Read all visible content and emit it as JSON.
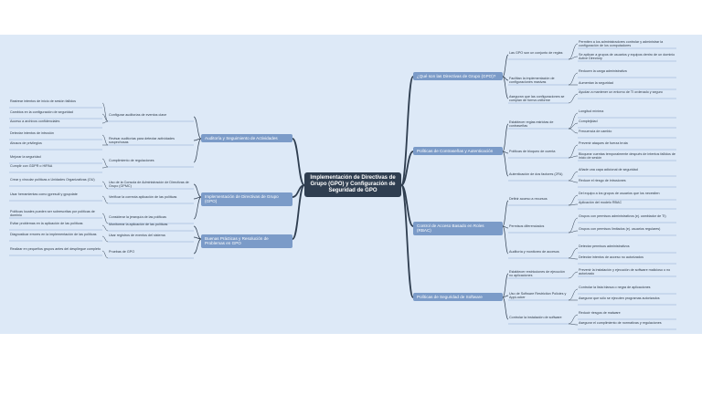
{
  "colors": {
    "canvas": "#dde9f7",
    "central": "#2f3e50",
    "main_topic": "#7b9bc8",
    "link": "#2f3e50",
    "leaf_underline": "#8aa7cf"
  },
  "central": "Implementación de Directivas de Grupo (GPO) y Configuración de Seguridad de GPO",
  "right": [
    {
      "label": "¿Qué son las Directivas de Grupo (GPO)?",
      "children": [
        {
          "label": "Las GPO son un conjunto de reglas",
          "children": [
            {
              "label": "Permiten a los administradores controlar y administrar la configuración de los computadores"
            },
            {
              "label": "Se aplican a grupos de usuarios y equipos dentro de un dominio Active Directory"
            }
          ]
        },
        {
          "label": "Facilitan la implementación de configuraciones masivas",
          "children": [
            {
              "label": "Reducen la carga administrativa"
            },
            {
              "label": "Aumentan la seguridad"
            }
          ]
        },
        {
          "label": "Aseguran que las configuraciones se cumplan de forma uniforme",
          "children": [
            {
              "label": "Ayudan a mantener un entorno de TI ordenado y seguro"
            }
          ]
        }
      ]
    },
    {
      "label": "Políticas de Contraseñas y Autenticación",
      "children": [
        {
          "label": "Establecer reglas estrictas de contraseñas",
          "children": [
            {
              "label": "Longitud mínima"
            },
            {
              "label": "Complejidad"
            },
            {
              "label": "Frecuencia de cambio"
            }
          ]
        },
        {
          "label": "Políticas de bloqueo de cuenta",
          "children": [
            {
              "label": "Prevenir ataques de fuerza bruta"
            },
            {
              "label": "Bloquear cuentas temporalmente después de intentos fallidos de inicio de sesión"
            }
          ]
        },
        {
          "label": "Autenticación de dos factores (2FA)",
          "children": [
            {
              "label": "Añade una capa adicional de seguridad"
            },
            {
              "label": "Reduce el riesgo de intrusiones"
            }
          ]
        }
      ]
    },
    {
      "label": "Control de Acceso Basado en Roles (RBAC)",
      "children": [
        {
          "label": "Definir acceso a recursos",
          "children": [
            {
              "label": "Del equipo a los grupos de usuarios que los necesiten"
            },
            {
              "label": "Aplicación del modelo RBAC"
            }
          ]
        },
        {
          "label": "Permisos diferenciados",
          "children": [
            {
              "label": "Grupos con permisos administrativos (ej. cambiador de TI)"
            },
            {
              "label": "Grupos con permisos limitados (ej. usuarios regulares)"
            }
          ]
        },
        {
          "label": "Auditoría y monitoreo de accesos",
          "children": [
            {
              "label": "Detectar permisos administrativos"
            },
            {
              "label": "Detectar intentos de acceso no autorizados"
            }
          ]
        }
      ]
    },
    {
      "label": "Políticas de Seguridad de Software",
      "children": [
        {
          "label": "Establecer restricciones de ejecución no aplicaciones",
          "children": [
            {
              "label": "Prevenir la instalación y ejecución de software malicioso o no autorizado"
            }
          ]
        },
        {
          "label": "Uso de Software Restriction Policies y AppLocker",
          "children": [
            {
              "label": "Controlar la lista blanca o negra de aplicaciones"
            },
            {
              "label": "Asegurar que sólo se ejecuten programas autorizados"
            }
          ]
        },
        {
          "label": "Controlar la instalación de software",
          "children": [
            {
              "label": "Reducir riesgos de malware"
            },
            {
              "label": "Asegurar el cumplimiento de normativas y regulaciones"
            }
          ]
        }
      ]
    }
  ],
  "left": [
    {
      "label": "Auditoría y Seguimiento de Actividades",
      "children": [
        {
          "label": "Configurar auditorías de eventos clave",
          "children": [
            {
              "label": "Rastrear intentos de inicio de sesión fallidos"
            },
            {
              "label": "Cambios en la configuración de seguridad"
            },
            {
              "label": "Acceso a archivos confidenciales"
            }
          ]
        },
        {
          "label": "Revisar auditorías para detectar actividades sospechosas",
          "children": [
            {
              "label": "Detectar intentos de intrusión"
            },
            {
              "label": "Abusos de privilegios"
            }
          ]
        },
        {
          "label": "Cumplimiento de regulaciones",
          "children": [
            {
              "label": "Mejorar la seguridad"
            },
            {
              "label": "Cumplir con GDPR o HIPAA"
            }
          ]
        }
      ]
    },
    {
      "label": "Implementación de Directivas de Grupo (GPO)",
      "children": [
        {
          "label": "Uso de la Consola de Administración de Directivas de Grupo (GPMC)",
          "children": [
            {
              "label": "Crear y vincular políticas a Unidades Organizativas (OU)"
            }
          ]
        },
        {
          "label": "Verificar la correcta aplicación de las políticas",
          "children": [
            {
              "label": "Usar herramientas como gpresult y gpupdate"
            }
          ]
        },
        {
          "label": "Considerar la jerarquía de las políticas",
          "children": [
            {
              "label": "Políticas locales pueden ser sobrescritas por políticas de dominio"
            }
          ]
        }
      ]
    },
    {
      "label": "Buenas Prácticas y Resolución de Problemas en GPO",
      "children": [
        {
          "label": "Monitorear la aplicación de las políticas",
          "children": [
            {
              "label": "Evitar problemas en la aplicación de las políticas"
            }
          ]
        },
        {
          "label": "Usar registros de eventos del sistema",
          "children": [
            {
              "label": "Diagnosticar errores en la implementación de las políticas"
            }
          ]
        },
        {
          "label": "Pruebas de GPO",
          "children": [
            {
              "label": "Realizar en pequeños grupos antes del despliegue completo"
            }
          ]
        }
      ]
    }
  ]
}
